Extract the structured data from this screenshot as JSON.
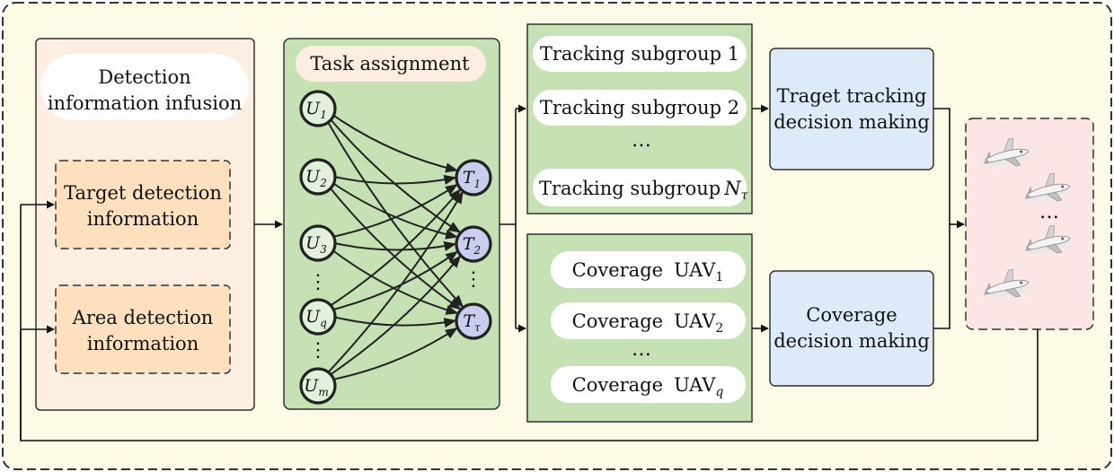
{
  "fusion": {
    "title_line1": "Detection",
    "title_line2": "information infusion",
    "target_line1": "Target detection",
    "target_line2": "information",
    "area_line1": "Area detection",
    "area_line2": "information"
  },
  "assignment": {
    "title": "Task assignment",
    "uav_nodes": [
      {
        "sym": "U",
        "sub": "1"
      },
      {
        "sym": "U",
        "sub": "2"
      },
      {
        "sym": "U",
        "sub": "3"
      },
      {
        "sym": "U",
        "sub": "q"
      },
      {
        "sym": "U",
        "sub": "m"
      }
    ],
    "target_nodes": [
      {
        "sym": "T",
        "sub": "1"
      },
      {
        "sym": "T",
        "sub": "2"
      },
      {
        "sym": "T",
        "sub": "τ"
      }
    ],
    "ellipsis": "⋮"
  },
  "tracking": {
    "items": [
      "Tracking subgroup 1",
      "Tracking subgroup 2"
    ],
    "last_prefix": "Tracking subgroup",
    "last_sym": "N",
    "last_sub": "τ",
    "ellipsis": "…"
  },
  "coverage": {
    "label": "Coverage",
    "uav": "UAV",
    "subs": [
      "1",
      "2",
      "q"
    ],
    "ellipsis": "…"
  },
  "decisions": {
    "tracking_line1": "Traget tracking",
    "tracking_line2": "decision making",
    "coverage_line1": "Coverage",
    "coverage_line2": "decision making"
  },
  "swarm": {
    "ellipsis": "…",
    "aircraft_icons": [
      "aircraft-icon",
      "aircraft-icon",
      "aircraft-icon",
      "aircraft-icon"
    ]
  },
  "colors": {
    "outer_bg": "#fdfbe6",
    "fusion_bg": "#fcefe2",
    "orange_box": "#fde0bd",
    "green_panel": "#c6e2b5",
    "uav_node": "#e3f0de",
    "target_node": "#c9cdee",
    "decision_box": "#ddeaf7",
    "swarm_bg": "#fbe5e5"
  }
}
